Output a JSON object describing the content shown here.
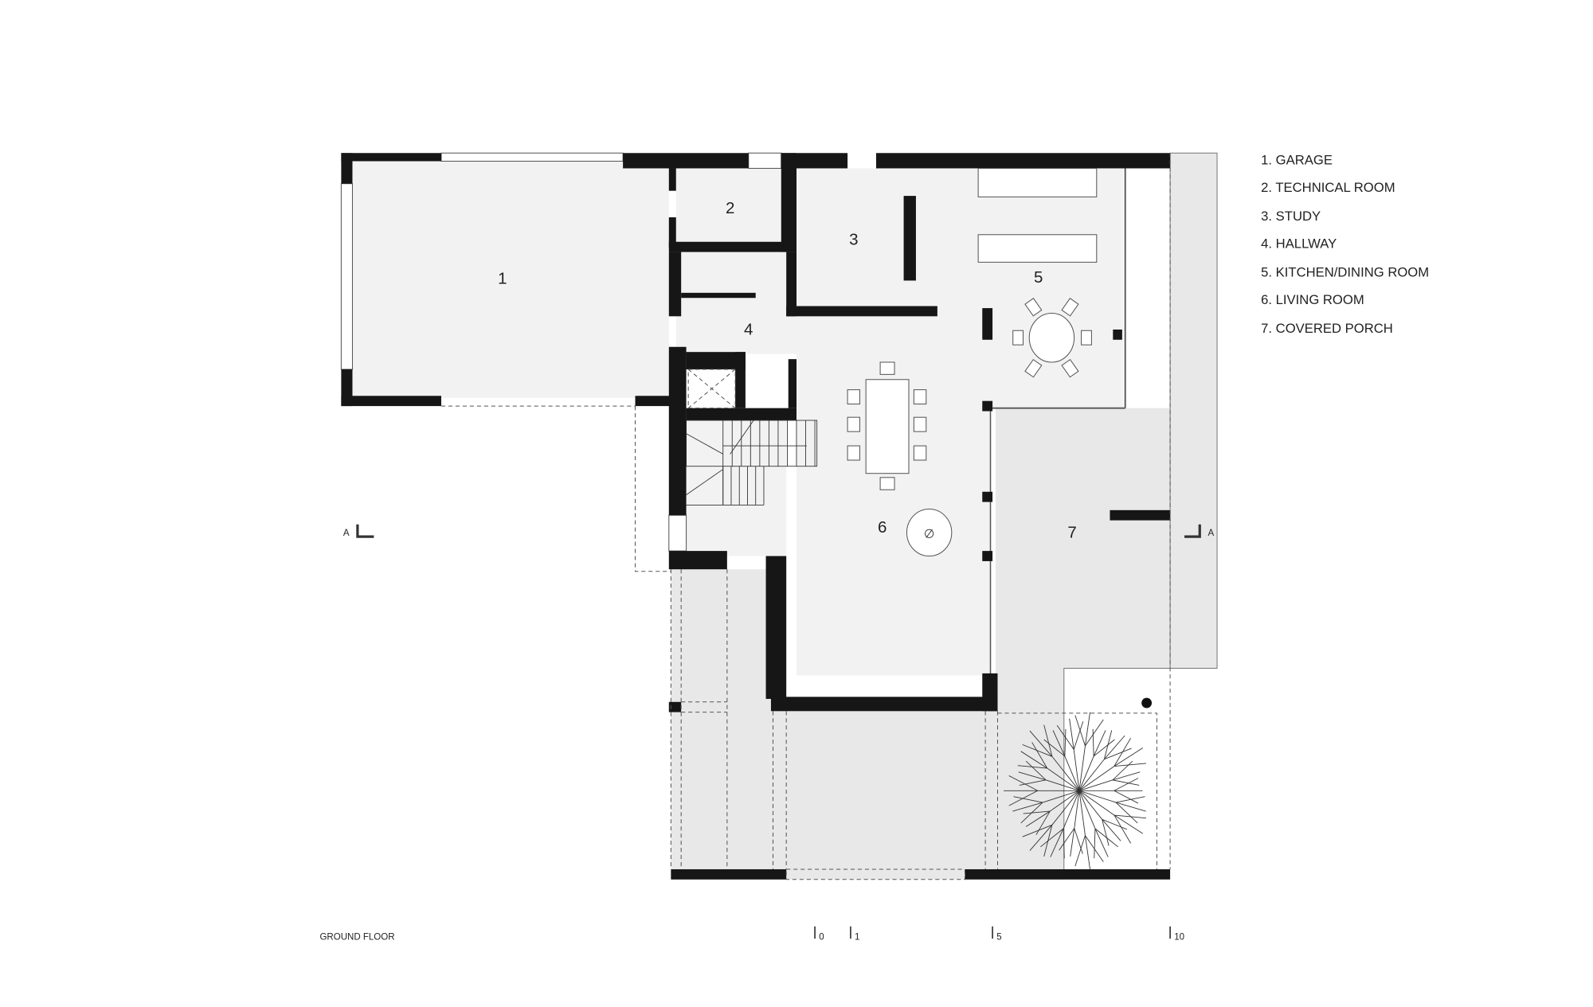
{
  "title": "GROUND FLOOR",
  "legend": [
    "1. GARAGE",
    "2. TECHNICAL ROOM",
    "3. STUDY",
    "4. HALLWAY",
    "5. KITCHEN/DINING ROOM",
    "6. LIVING ROOM",
    "7. COVERED PORCH"
  ],
  "rooms": [
    "1",
    "2",
    "3",
    "4",
    "5",
    "6",
    "7"
  ],
  "section_marker": {
    "left": "A",
    "right": "A"
  },
  "scale_bar": [
    "0",
    "1",
    "5",
    "10"
  ],
  "colors": {
    "wall": "#161616",
    "floor": "#f2f2f2",
    "exterior": "#e6e6e6"
  }
}
